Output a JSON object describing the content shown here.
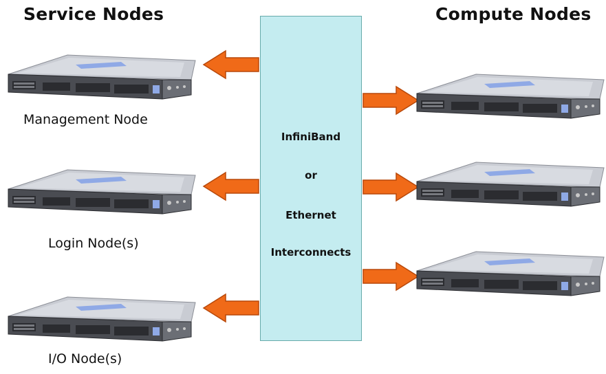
{
  "headings": {
    "left": "Service Nodes",
    "right": "Compute Nodes"
  },
  "service_nodes": [
    {
      "label": "Management Node"
    },
    {
      "label": "Login Node(s)"
    },
    {
      "label": "I/O Node(s)"
    }
  ],
  "compute_node_count": 3,
  "interconnect": {
    "line1": "InfiniBand",
    "line2": "or",
    "line3": "Ethernet",
    "line4": "Interconnects"
  },
  "colors": {
    "hub_fill": "#c4ecf0",
    "arrow_fill": "#f06a18",
    "arrow_stroke": "#b8480a"
  }
}
